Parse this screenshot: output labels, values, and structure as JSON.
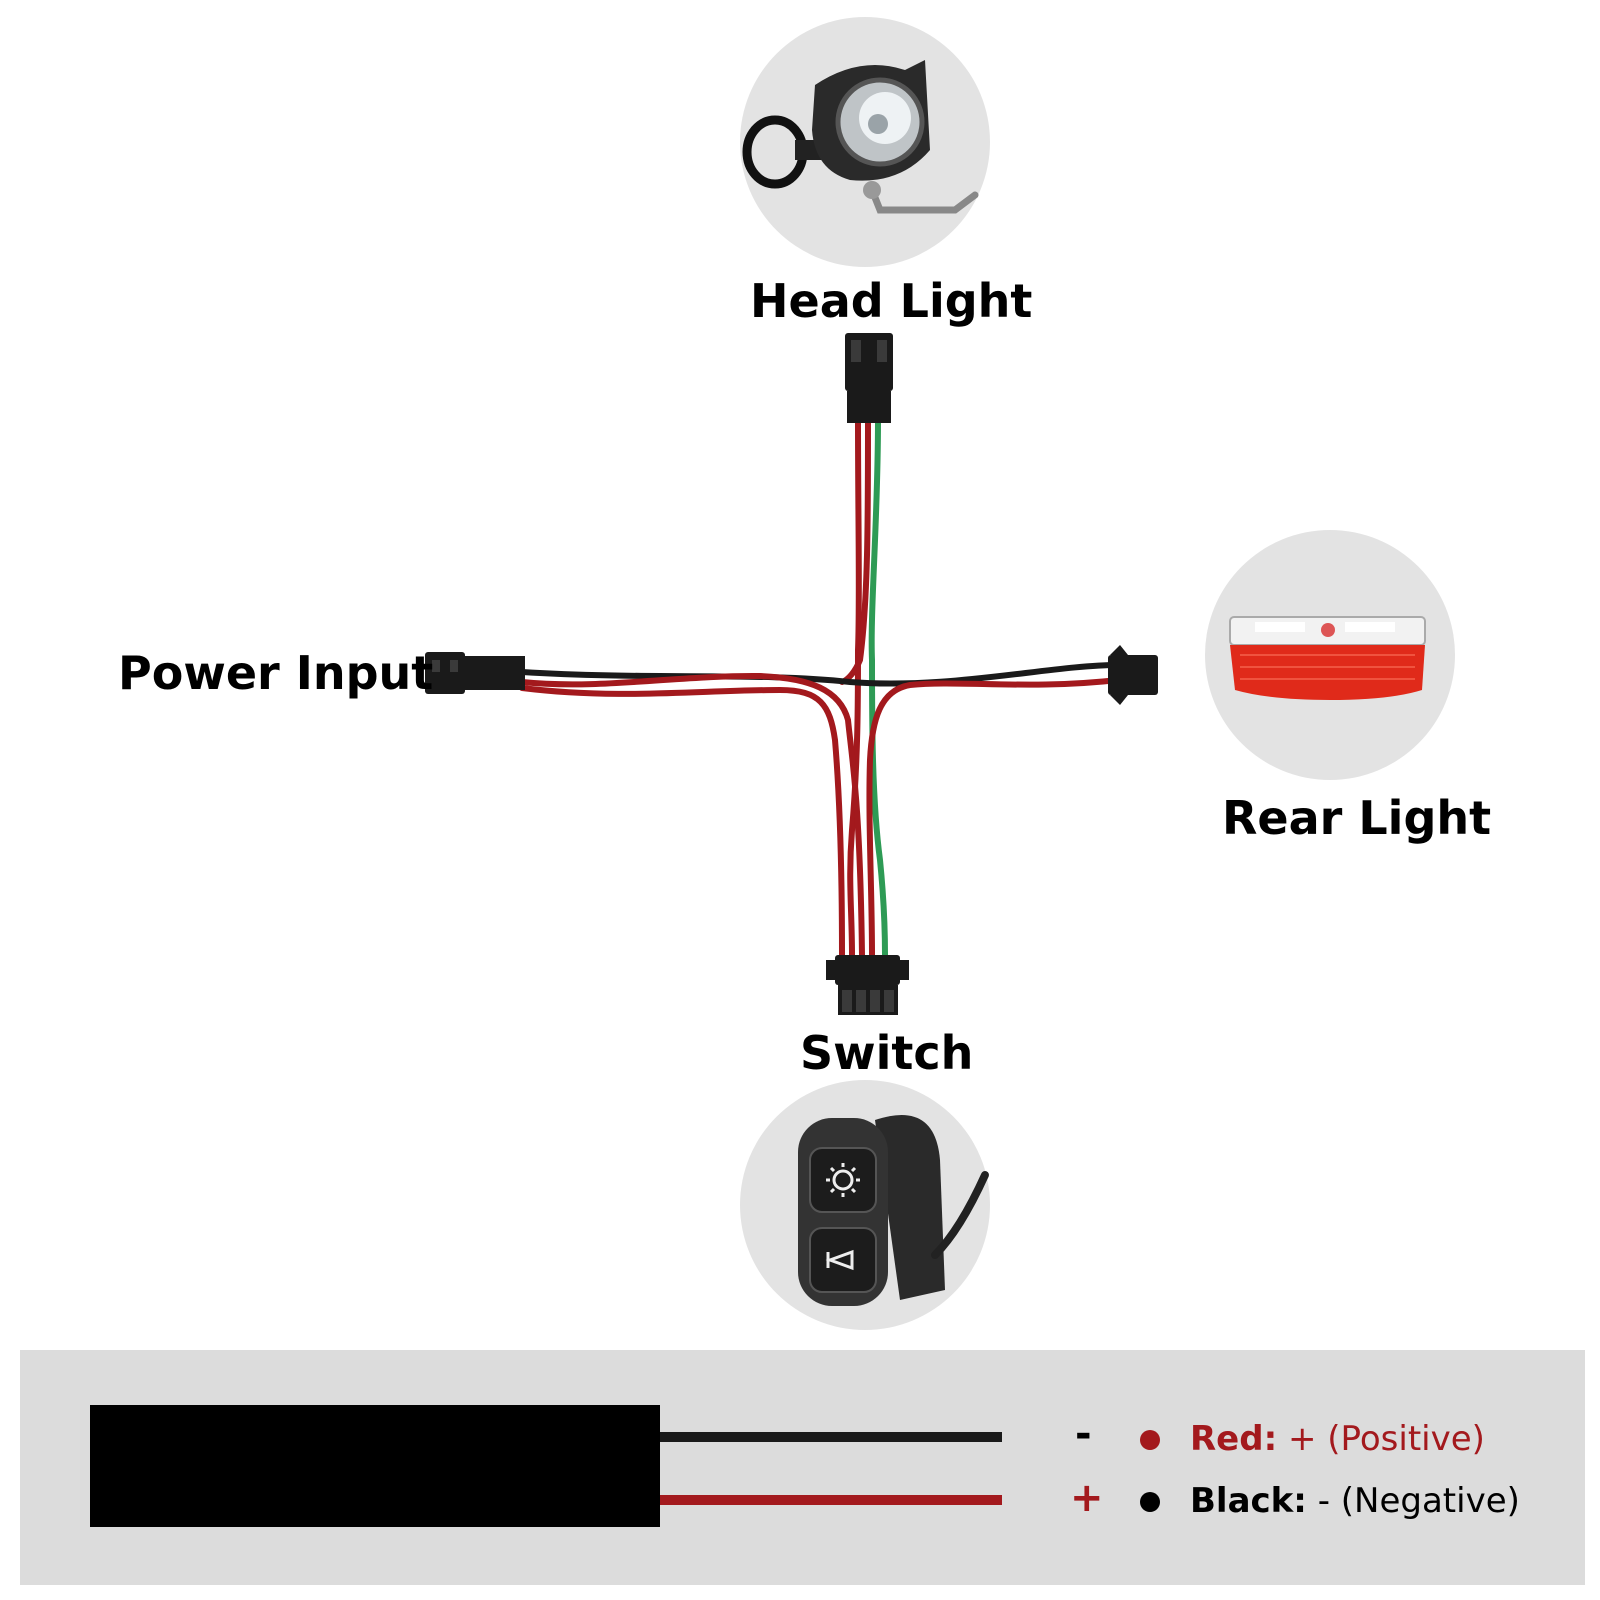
{
  "labels": {
    "head_light": "Head Light",
    "power_input": "Power Input",
    "rear_light": "Rear Light",
    "switch": "Switch"
  },
  "legend": {
    "minus_sign": "-",
    "plus_sign": "+",
    "red_key": "Red:",
    "red_desc": "+ (Positive)",
    "black_key": "Black:",
    "black_desc": "- (Negative)"
  },
  "colors": {
    "wire_red": "#a3191d",
    "wire_black": "#1a1a1a",
    "wire_green": "#2e9b55",
    "photo_circle": "#e3e3e3",
    "legend_panel": "#dcdcdc",
    "red_text": "#a3191d"
  },
  "icons": {
    "head_light": "head-light-icon",
    "rear_light": "rear-light-icon",
    "switch": "handlebar-switch-icon",
    "connector": "connector-icon"
  }
}
